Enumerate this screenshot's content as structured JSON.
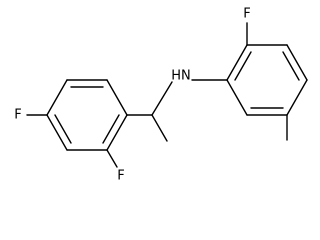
{
  "molecule": {
    "atom_labels": {
      "nh": "HN",
      "fluorine_top_right": "F",
      "fluorine_para_left": "F",
      "fluorine_ortho_left": "F"
    },
    "colors": {
      "bond": "#000000",
      "label": "#000000",
      "background": "#ffffff"
    }
  }
}
